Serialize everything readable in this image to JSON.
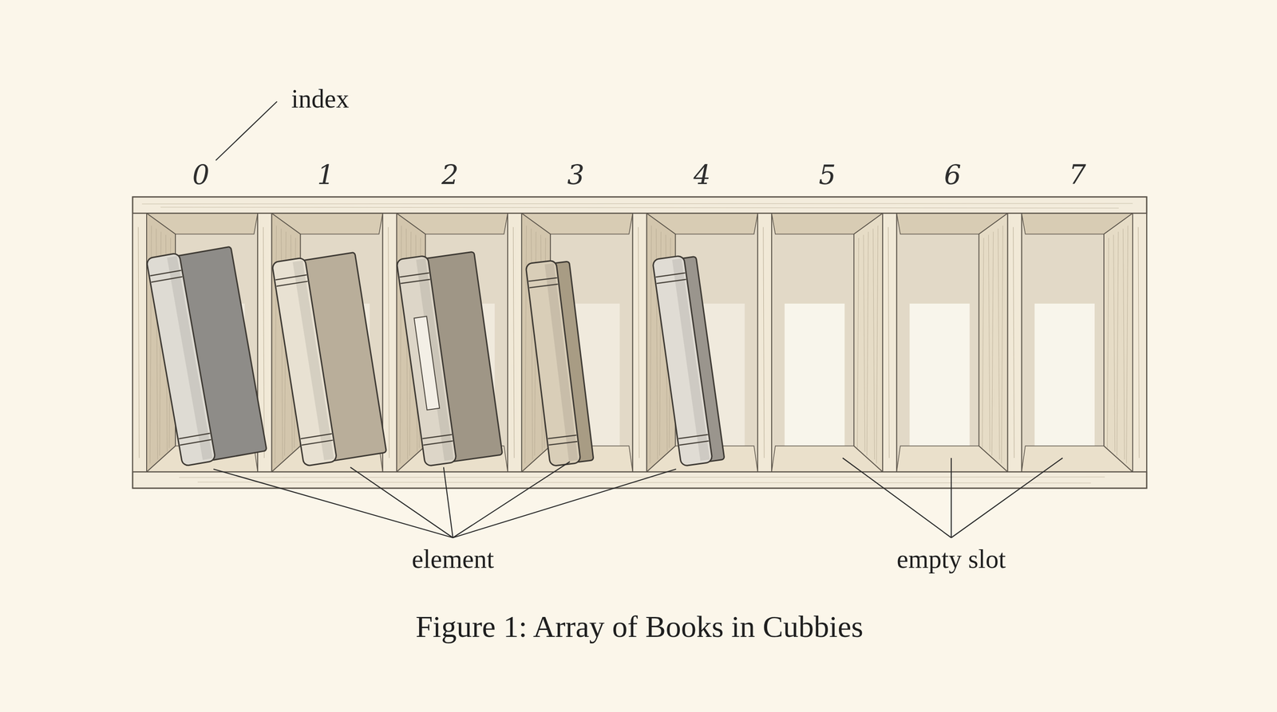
{
  "diagram": {
    "caption": "Figure 1: Array of Books in Cubbies",
    "labels": [
      "index",
      "0",
      "1",
      "2",
      "3",
      "4",
      "5",
      "6",
      "7",
      "element",
      "empty slot"
    ]
  }
}
